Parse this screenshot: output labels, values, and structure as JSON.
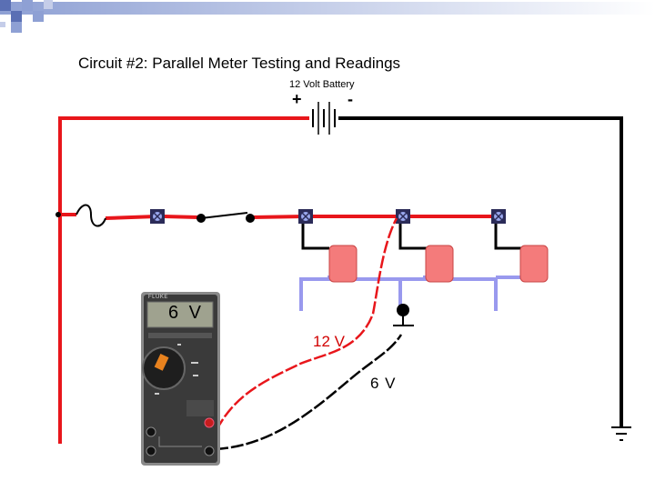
{
  "title": "Circuit #2: Parallel Meter Testing and Readings",
  "battery": {
    "label": "12 Volt Battery",
    "positive": "+",
    "negative": "-"
  },
  "meter": {
    "brand": "FLUKE",
    "reading": "6 V"
  },
  "labels": {
    "red_probe_reading": "12 V",
    "black_probe_reading": "6 V"
  },
  "colors": {
    "hot_wire": "#e8161b",
    "ground_wire": "#000000",
    "return_wire": "#9999ee",
    "lamp": "#f47b7b",
    "probe_label": "#d10000"
  },
  "icons": [
    "fuse-icon",
    "switch-icon",
    "terminal-icon",
    "lamp-icon",
    "ground-icon",
    "multimeter-icon"
  ]
}
